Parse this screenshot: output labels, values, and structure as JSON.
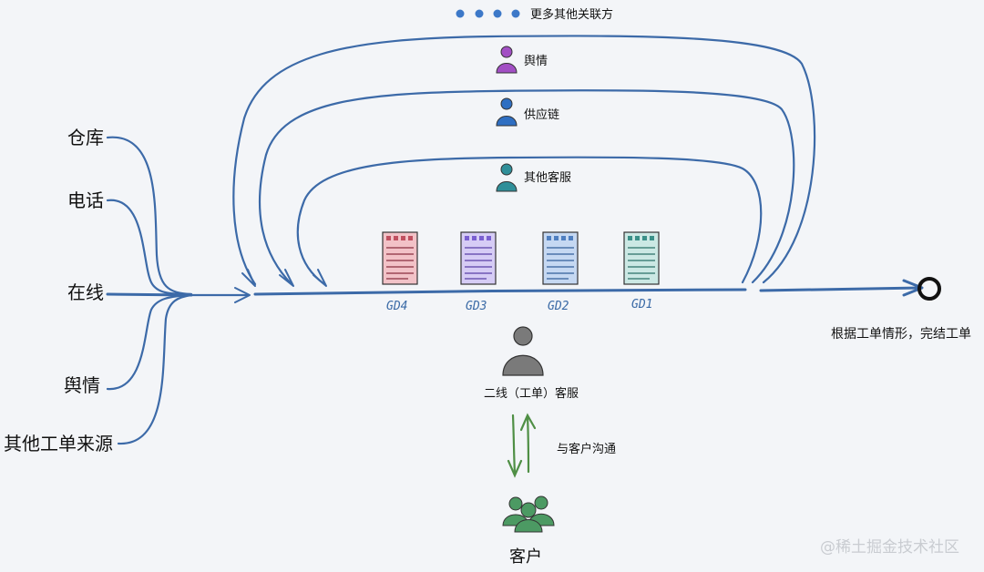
{
  "sources": {
    "warehouse": "仓库",
    "phone": "电话",
    "online": "在线",
    "public_opinion": "舆情",
    "other_sources": "其他工单来源"
  },
  "parties": {
    "more": "更多其他关联方",
    "public_opinion": "舆情",
    "supply_chain": "供应链",
    "other_service": "其他客服"
  },
  "tickets": [
    "GD4",
    "GD3",
    "GD2",
    "GD1"
  ],
  "agent": "二线（工单）客服",
  "communicate": "与客户沟通",
  "customer": "客户",
  "finish": "根据工单情形，完结工单",
  "watermark": "@稀土掘金技术社区",
  "colors": {
    "flow": "#3c6aa8",
    "public_opinion": "#a24fc4",
    "supply_chain": "#2f6fc2",
    "other_service": "#2f8f99",
    "agent": "#7a7a7a",
    "customer": "#4c9a63",
    "gd4": "#d99aa3",
    "gd3": "#a998e0",
    "gd2": "#8fb0e0",
    "gd1": "#9ccfc9"
  }
}
